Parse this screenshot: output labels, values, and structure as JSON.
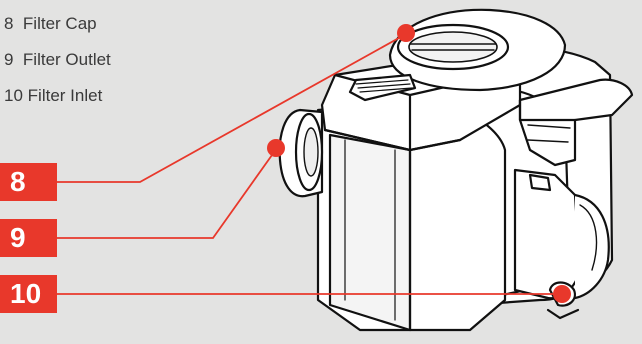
{
  "legend": [
    {
      "number": "8",
      "label": "Filter Cap"
    },
    {
      "number": "9",
      "label": "Filter Outlet"
    },
    {
      "number": "10",
      "label": "Filter Inlet"
    }
  ],
  "callouts": [
    {
      "number": "8",
      "target": "filter-cap"
    },
    {
      "number": "9",
      "target": "filter-outlet"
    },
    {
      "number": "10",
      "target": "filter-inlet"
    }
  ],
  "colors": {
    "background": "#e3e3e2",
    "accent": "#e8382b",
    "outline": "#111111",
    "body_fill": "#ffffff",
    "legend_text": "#3a3a3a"
  }
}
